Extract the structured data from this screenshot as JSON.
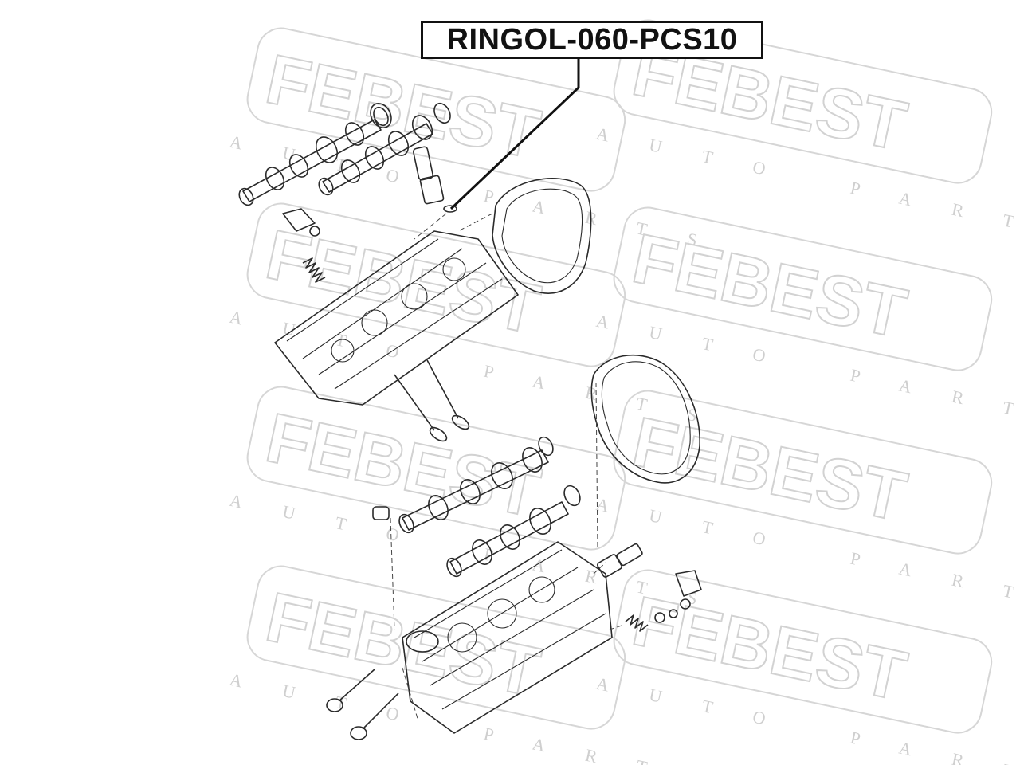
{
  "diagram": {
    "part_number": "RINGOL-060-PCS10",
    "watermark": {
      "brand": "FEBEST",
      "subtitle": "AUTO PARTS"
    }
  }
}
